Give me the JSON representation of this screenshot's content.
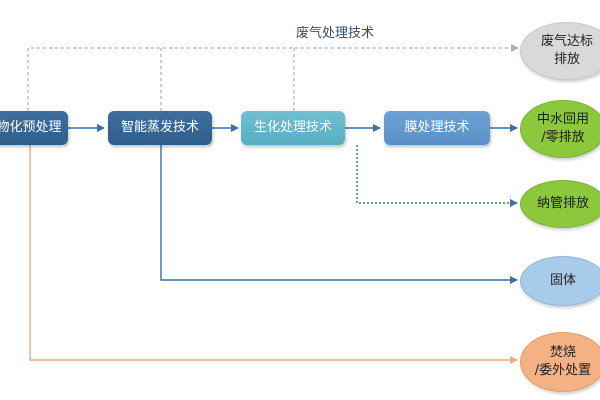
{
  "title": "废气处理技术",
  "steps": {
    "pretreat": "物化预处理",
    "evaporation": "智能蒸发技术",
    "biochem": "生化处理技术",
    "membrane": "膜处理技术"
  },
  "outputs": {
    "exhaust": "废气达标排放",
    "reclaim": "中水回用\n/零排放",
    "discharge": "纳管排放",
    "solid": "固体",
    "incinerate": "焚烧\n/委外处置"
  },
  "colors": {
    "dark_box": "#2f5d8b",
    "teal_box": "#59aec2",
    "blue_box": "#5a90c6",
    "gray_line": "#b0b0b0",
    "blue_line": "#3b6fa8",
    "orange_line": "#f0a880"
  }
}
